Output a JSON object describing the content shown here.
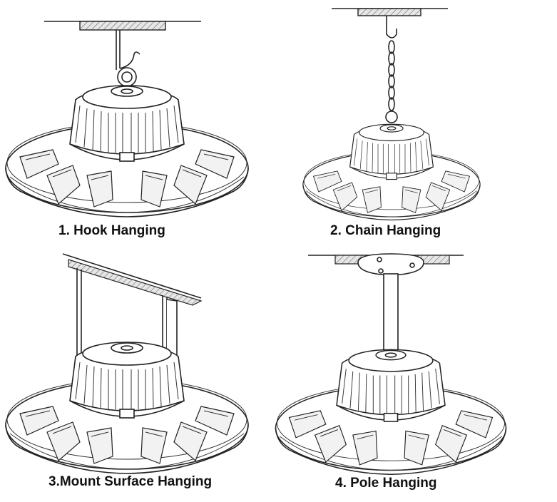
{
  "captions": {
    "hook": "1. Hook Hanging",
    "chain": "2. Chain Hanging",
    "surface": "3.Mount Surface Hanging",
    "pole": "4. Pole Hanging"
  },
  "colors": {
    "line": "#222222",
    "ceiling_fill": "#d9d9d9",
    "background": "#ffffff"
  }
}
